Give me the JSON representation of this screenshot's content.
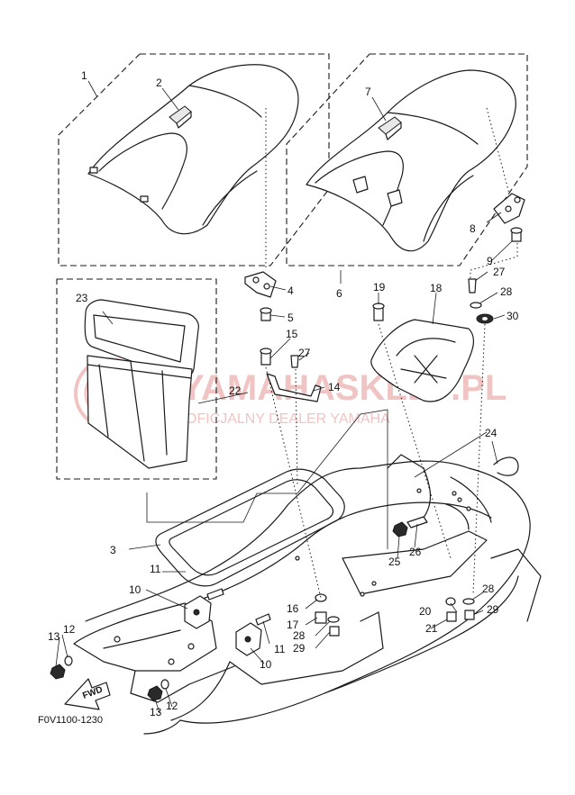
{
  "diagram": {
    "figure_code": "F0V1100-1230",
    "fwd_label": "FWD",
    "watermark": {
      "title": "YAMAHASKLEP.PL",
      "subtitle": "OFICJALNY DEALER YAMAHA"
    },
    "part_labels": [
      "1",
      "2",
      "3",
      "4",
      "5",
      "6",
      "7",
      "8",
      "9",
      "10",
      "10",
      "11",
      "11",
      "12",
      "12",
      "13",
      "13",
      "14",
      "15",
      "16",
      "17",
      "18",
      "19",
      "20",
      "21",
      "22",
      "23",
      "24",
      "25",
      "26",
      "27",
      "27",
      "28",
      "28",
      "28",
      "29",
      "29",
      "30"
    ]
  }
}
